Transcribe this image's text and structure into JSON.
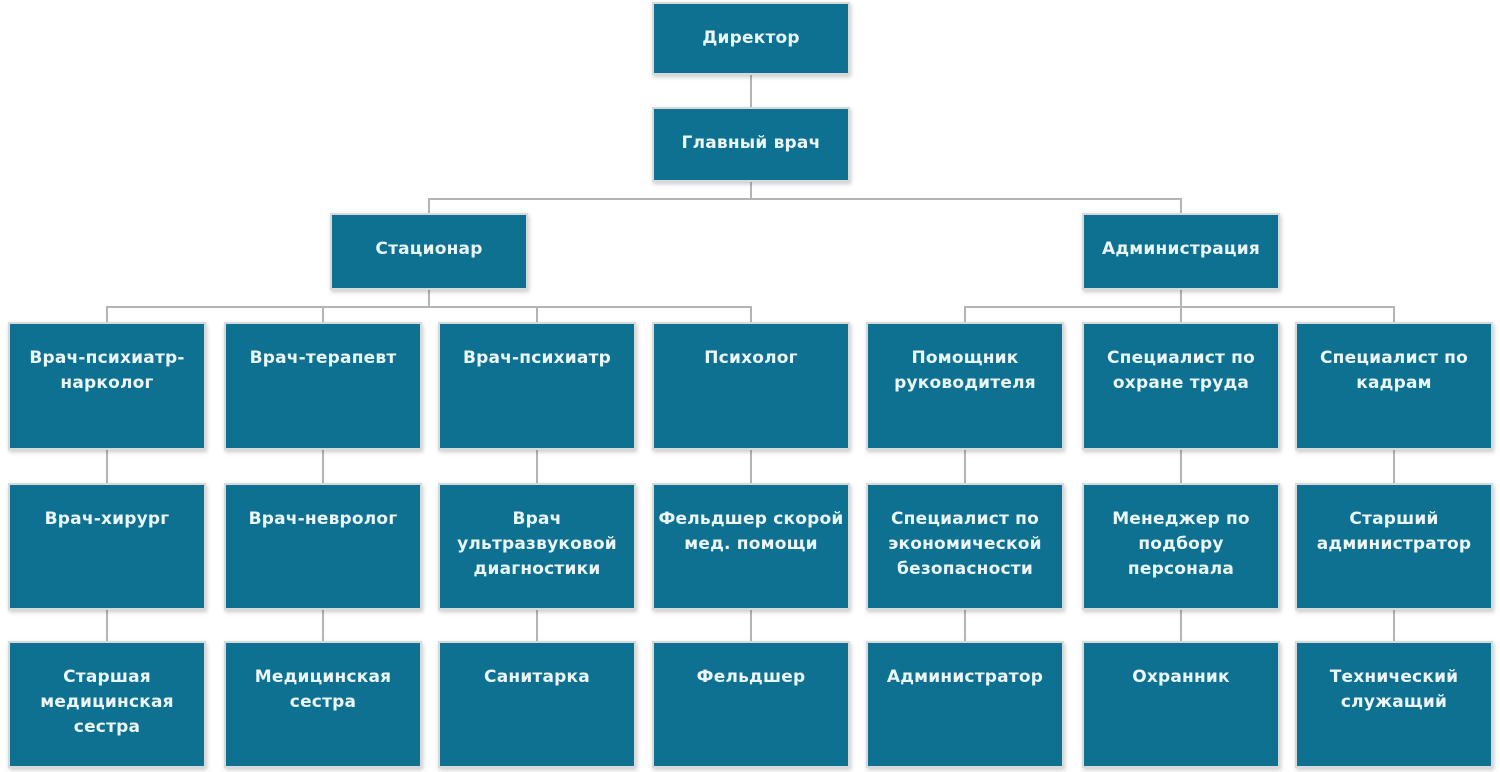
{
  "org": {
    "director": {
      "label": [
        "Директор"
      ]
    },
    "chief_physician": {
      "label": [
        "Главный врач"
      ]
    },
    "departments": {
      "inpatient": {
        "label": [
          "Стационар"
        ]
      },
      "administration": {
        "label": [
          "Администрация"
        ]
      }
    },
    "row1": [
      {
        "id": "psychiatrist-narcologist",
        "label": [
          "Врач-психиатр-",
          "нарколог"
        ]
      },
      {
        "id": "therapist",
        "label": [
          "Врач-терапевт"
        ]
      },
      {
        "id": "psychiatrist",
        "label": [
          "Врач-психиатр"
        ]
      },
      {
        "id": "psychologist",
        "label": [
          "Психолог"
        ]
      },
      {
        "id": "head-assistant",
        "label": [
          "Помощник",
          "руководителя"
        ]
      },
      {
        "id": "labor-safety-specialist",
        "label": [
          "Специалист по",
          "охране труда"
        ]
      },
      {
        "id": "hr-specialist",
        "label": [
          "Специалист по",
          "кадрам"
        ]
      }
    ],
    "row2": [
      {
        "id": "surgeon",
        "label": [
          "Врач-хирург"
        ]
      },
      {
        "id": "neurologist",
        "label": [
          "Врач-невролог"
        ]
      },
      {
        "id": "ultrasound-doctor",
        "label": [
          "Врач",
          "ультразвуковой",
          "диагностики"
        ]
      },
      {
        "id": "emergency-paramedic",
        "label": [
          "Фельдшер скорой",
          "мед. помощи"
        ]
      },
      {
        "id": "economic-security-specialist",
        "label": [
          "Специалист по",
          "экономической",
          "безопасности"
        ]
      },
      {
        "id": "recruitment-manager",
        "label": [
          "Менеджер по",
          "подбору",
          "персонала"
        ]
      },
      {
        "id": "senior-administrator",
        "label": [
          "Старший",
          "администратор"
        ]
      }
    ],
    "row3": [
      {
        "id": "senior-nurse",
        "label": [
          "Старшая",
          "медицинская",
          "сестра"
        ]
      },
      {
        "id": "nurse",
        "label": [
          "Медицинская",
          "сестра"
        ]
      },
      {
        "id": "orderly",
        "label": [
          "Санитарка"
        ]
      },
      {
        "id": "paramedic",
        "label": [
          "Фельдшер"
        ]
      },
      {
        "id": "administrator",
        "label": [
          "Администратор"
        ]
      },
      {
        "id": "security-guard",
        "label": [
          "Охранник"
        ]
      },
      {
        "id": "technical-worker",
        "label": [
          "Технический",
          "служащий"
        ]
      }
    ]
  },
  "colors": {
    "node_fill": "#0e7191",
    "node_border": "#d6dadb",
    "node_text": "#eaf6f8",
    "connector": "#b4b4b4",
    "background": "#ffffff"
  }
}
